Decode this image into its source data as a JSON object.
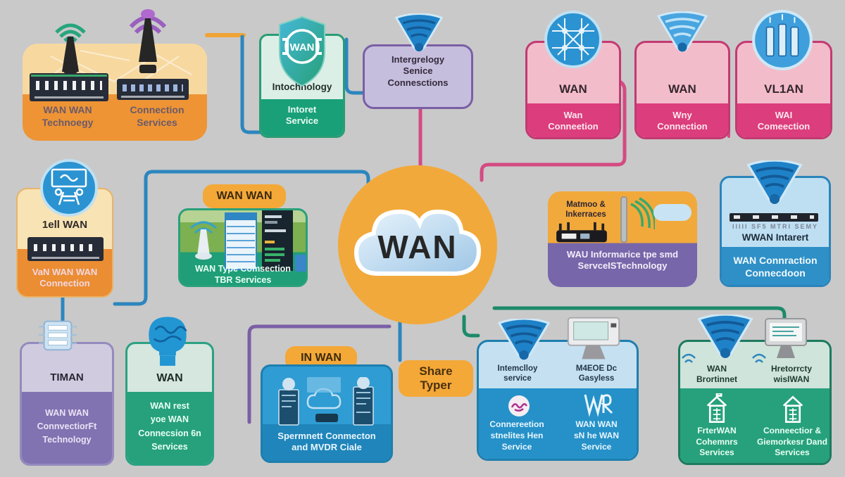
{
  "app": {
    "kind": "WAN network concept diagram",
    "background": "#c9c9c9"
  },
  "colors": {
    "orange_box": "#ee9435",
    "orange_box_light": "#f7d9a0",
    "green_dark": "#1aa078",
    "green_border": "#2a9d74",
    "green_light": "#dcefe7",
    "purple_border": "#7a5fa6",
    "purple_light": "#c6bedd",
    "purple_deep": "#8172b2",
    "pink_dark": "#dc3d7c",
    "pink_light": "#f3bcca",
    "pink_border": "#c23a72",
    "blue_dark": "#2e90c7",
    "blue_light": "#bedff2",
    "blue_border": "#2b84bb",
    "pill_orange": "#f4a838",
    "cloud_circle": "#f2a93b",
    "cloud_fill": "#c3ddf1",
    "line_blue": "#2d86be",
    "line_pink": "#d44b82",
    "line_purple": "#7a5fa6",
    "line_teal": "#1d8a6a",
    "line_orange": "#f0a436"
  },
  "cloud": {
    "label": "WAN"
  },
  "boxes": {
    "tl": {
      "t1a": "WAN WAN",
      "t1b": "Technoegy",
      "t2a": "Connection",
      "t2b": "Services"
    },
    "green_top": {
      "badge": "WAN",
      "title": "Intochnology",
      "s1": "Intoret",
      "s2": "Service"
    },
    "purple_top": {
      "l1": "Intergrelogy",
      "l2": "Senice",
      "l3": "Connesctions"
    },
    "pink1": {
      "title": "WAN",
      "s1": "Wan",
      "s2": "Conneetion"
    },
    "pink2": {
      "title": "WAN",
      "s1": "Wny",
      "s2": "Connection"
    },
    "pink3": {
      "title": "VL1AN",
      "s1": "WAI",
      "s2": "Comeection"
    },
    "tell": {
      "title": "1ell WAN",
      "s1": "VaN WAN WAN",
      "s2": "Connection"
    },
    "wanwan": {
      "pill": "WAN WAN",
      "s1": "WAN Type Comsection",
      "s2": "TBR Services"
    },
    "wau": {
      "t1": "Matmoo &",
      "t2": "Inkerraces",
      "s1": "WAU Informarice tpe smd",
      "s2": "ServceISTechnology"
    },
    "wwan": {
      "device_row": "IIIII SF5 MTRI SEMY",
      "title": "WWAN Intarert",
      "s1": "WAN Connraction",
      "s2": "Connecdoon"
    },
    "timan": {
      "title": "TIMAN",
      "s1": "WAN WAN",
      "s2": "ConnvectiorFt",
      "s3": "Technology"
    },
    "brain": {
      "title": "WAN",
      "s1": "WAN rest",
      "s2": "yoe WAN",
      "s3": "Connecsion 6n",
      "s4": "Services"
    },
    "inwan": {
      "pill": "IN WAN",
      "s1": "Spermnett Conmecton",
      "s2": "and MVDR Ciale"
    },
    "share": {
      "l1": "Share",
      "l2": "Typer"
    },
    "brblue": {
      "c1t1": "Intemclloy",
      "c1t2": "service",
      "c2t1": "M4EOE Dc",
      "c2t2": "Gasyless",
      "c1b1": "Connereetion",
      "c1b2": "stnelites Hen",
      "c1b3": "Service",
      "c2b1": "WAN WAN",
      "c2b2": "sN he WAN",
      "c2b3": "Service"
    },
    "brgreen": {
      "c1t1": "WAN",
      "c1t2": "Brortinnet",
      "c2t1": "Hretorrcty",
      "c2t2": "wisIWAN",
      "c1b1": "FrterWAN",
      "c1b2": "Cohemnrs",
      "c1b3": "Services",
      "c2b1": "Conneectior &",
      "c2b2": "Giemorkesr Dand",
      "c2b3": "Services"
    }
  },
  "icons": {
    "antenna-green-icon": "radio-tower-green-signal-arcs",
    "antenna-purple-icon": "radio-tower-purple-signal-arcs",
    "switch-device-icon": "network-switch-front-panel",
    "shield-wan-badge-icon": "teal-shield-badge",
    "wifi-icon": "blue-wifi-signal-fan",
    "network-globe-icon": "circular-network-mesh",
    "servers-icon": "circular-three-servers",
    "whiteboard-icon": "circular-presentation-meeting",
    "brain-icon": "blue-brain",
    "chip-icon": "circuit-chip",
    "router-icon": "wireless-router",
    "desktop-icon": "desktop-computer",
    "monitor-icon": "monitor-display",
    "building-icon": "white-building-outline",
    "spreadsheet-icon": "blue-data-table",
    "dark-table-icon": "dark-data-table",
    "cloud-icon": "cloud",
    "scribble-badge-icon": "white-circle-magenta-scribble",
    "monogram-icon": "white-ornate-monogram"
  }
}
